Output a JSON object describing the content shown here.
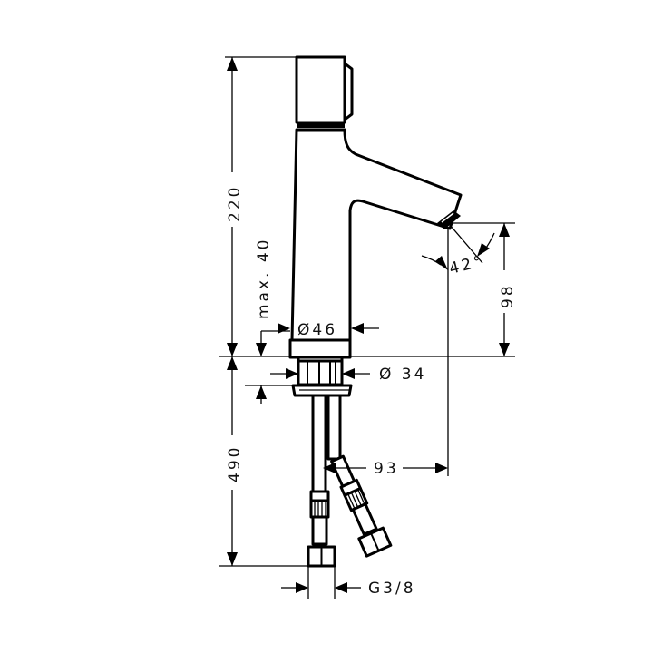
{
  "drawing": {
    "subject": "Basin faucet technical dimension drawing",
    "dimensions": {
      "total_height": "220",
      "max_deck_thickness": "max. 40",
      "body_diameter": "Ø46",
      "base_diameter": "Ø 34",
      "spout_angle": "42°",
      "spout_outlet_height": "98",
      "spout_projection": "93",
      "hose_length": "490",
      "connection_thread": "G3/8"
    },
    "colors": {
      "line": "#000000",
      "background": "#ffffff"
    }
  }
}
